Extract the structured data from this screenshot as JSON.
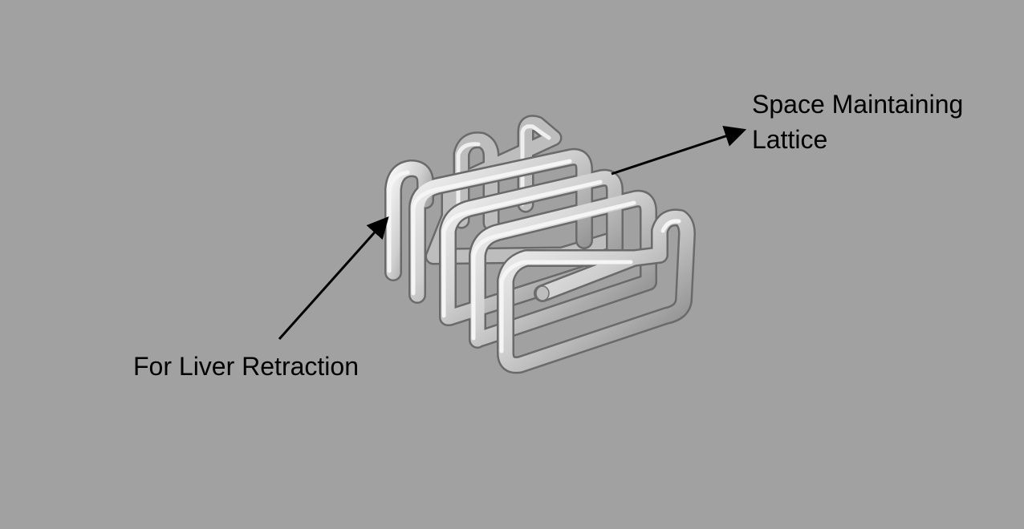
{
  "labels": {
    "lattice_line1": "Space Maintaining",
    "lattice_line2": "Lattice",
    "liver": "For Liver Retraction"
  },
  "colors": {
    "background": "#a1a1a1",
    "rod_highlight": "#f2f2f2",
    "rod_mid": "#c4c4c4",
    "rod_shadow": "#6d6d6d",
    "arrow": "#000000"
  }
}
